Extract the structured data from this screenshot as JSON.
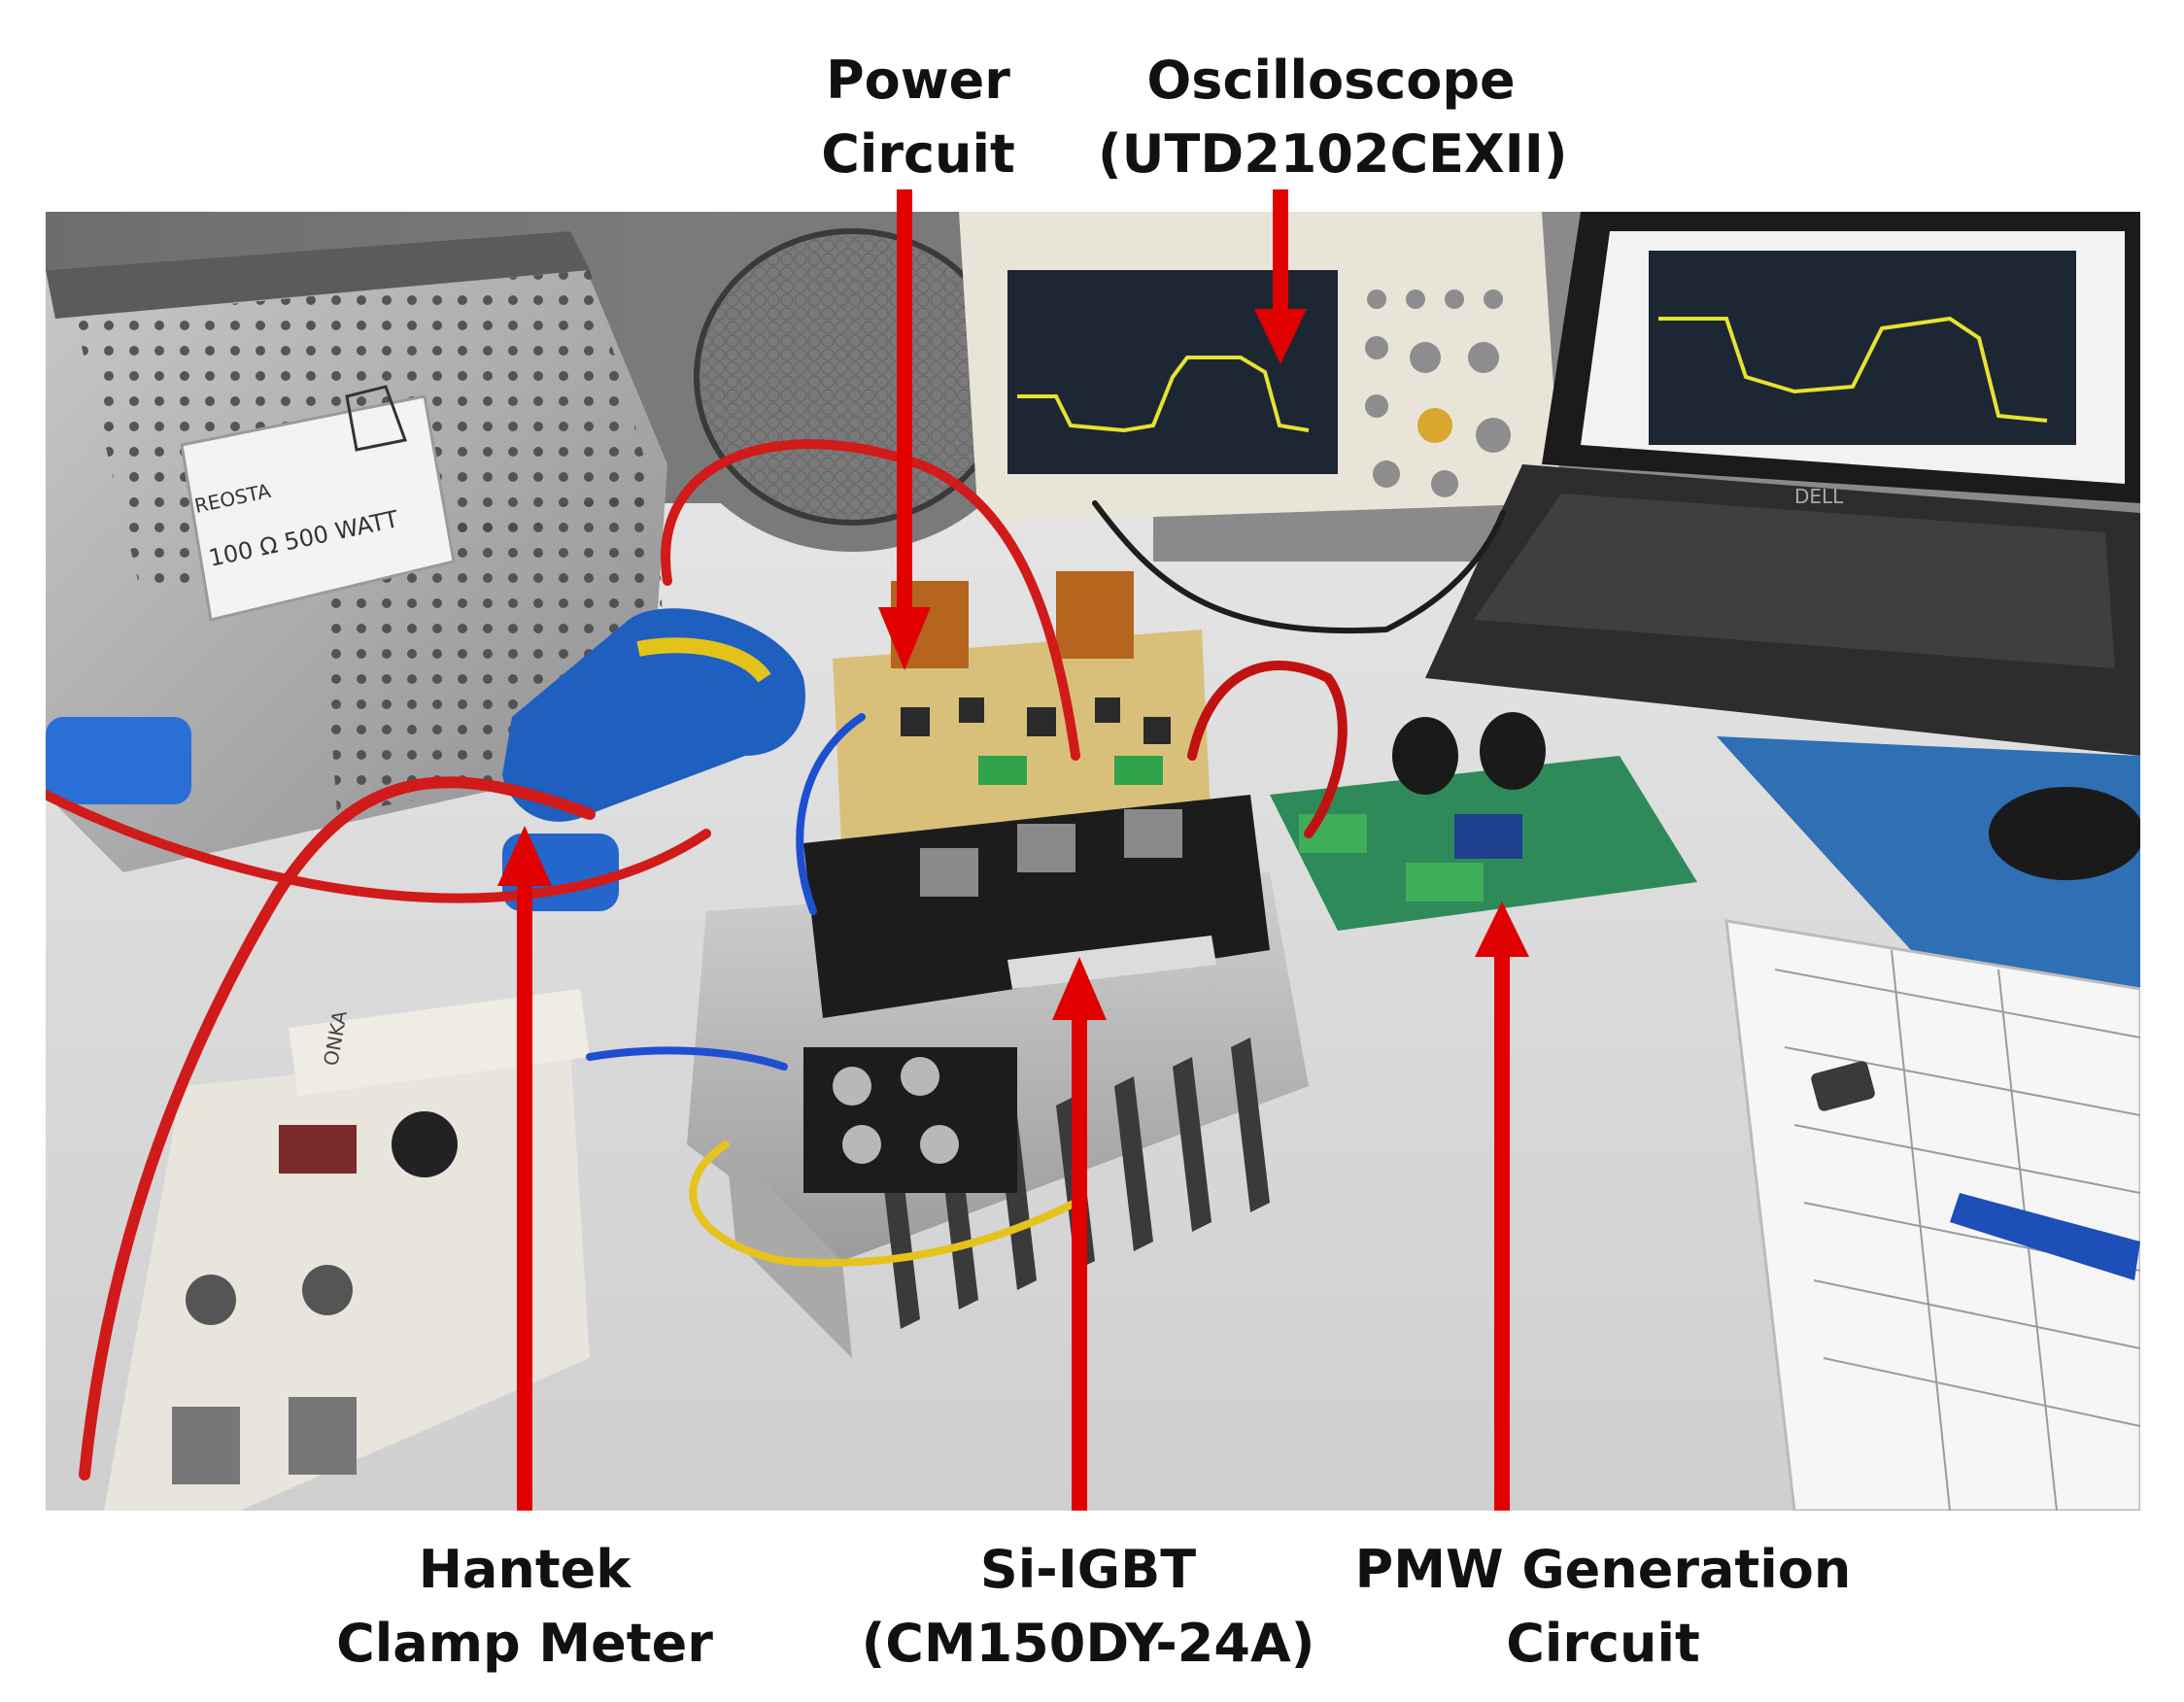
{
  "labels": {
    "power_circuit": {
      "line1": "Power",
      "line2": "Circuit"
    },
    "oscilloscope": {
      "line1": "Oscilloscope",
      "line2": "(UTD2102CEXII)"
    },
    "clamp_meter": {
      "line1": "Hantek",
      "line2": "Clamp Meter"
    },
    "igbt": {
      "line1": "Si-IGBT",
      "line2": "(CM150DY-24A)"
    },
    "pwm_circuit": {
      "line1": "PMW Generation",
      "line2": "Circuit"
    }
  },
  "photo": {
    "rheostat": {
      "line1": "REOSTA",
      "line2": "100 Ω  500 WATT"
    },
    "laptop_brand": "DELL",
    "breaker_brand": "ONKA"
  },
  "colors": {
    "arrow": "#e00000",
    "label_text": "#111111",
    "table": "#d9d9d9",
    "heatsink": "#b4b4b4",
    "mouse_pad": "#2f6fb4",
    "scope_trace": "#e6e230"
  }
}
